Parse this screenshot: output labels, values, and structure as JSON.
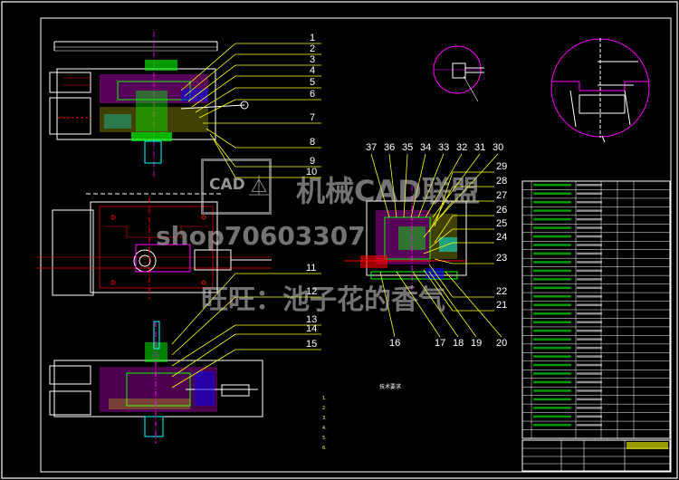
{
  "callouts_left": [
    "1",
    "2",
    "3",
    "4",
    "5",
    "6",
    "7",
    "8",
    "9",
    "10",
    "11",
    "12",
    "13",
    "14",
    "15"
  ],
  "callouts_right_top": [
    "37",
    "36",
    "35",
    "34",
    "33",
    "32",
    "31",
    "30"
  ],
  "callouts_right_side": [
    "29",
    "28",
    "27",
    "26",
    "25",
    "24",
    "23",
    "22",
    "21"
  ],
  "callouts_right_bottom": [
    "16",
    "17",
    "18",
    "19",
    "20"
  ],
  "watermark": {
    "logo_text": "CAD",
    "line1": "机械CAD联盟",
    "line2": "shop70603307",
    "line3": "旺旺：池子花的香气"
  },
  "notes_title": "技术要求",
  "notes": [
    "1.",
    "2.",
    "3.",
    "4.",
    "5.",
    "6."
  ],
  "colors": {
    "background": "#000000",
    "frame": "#ffffff",
    "part_a": "#ff00ff",
    "part_b": "#00ff00",
    "part_c": "#ffff00",
    "part_d": "#00ffff",
    "part_e": "#ff0000",
    "part_f": "#0000ff"
  }
}
